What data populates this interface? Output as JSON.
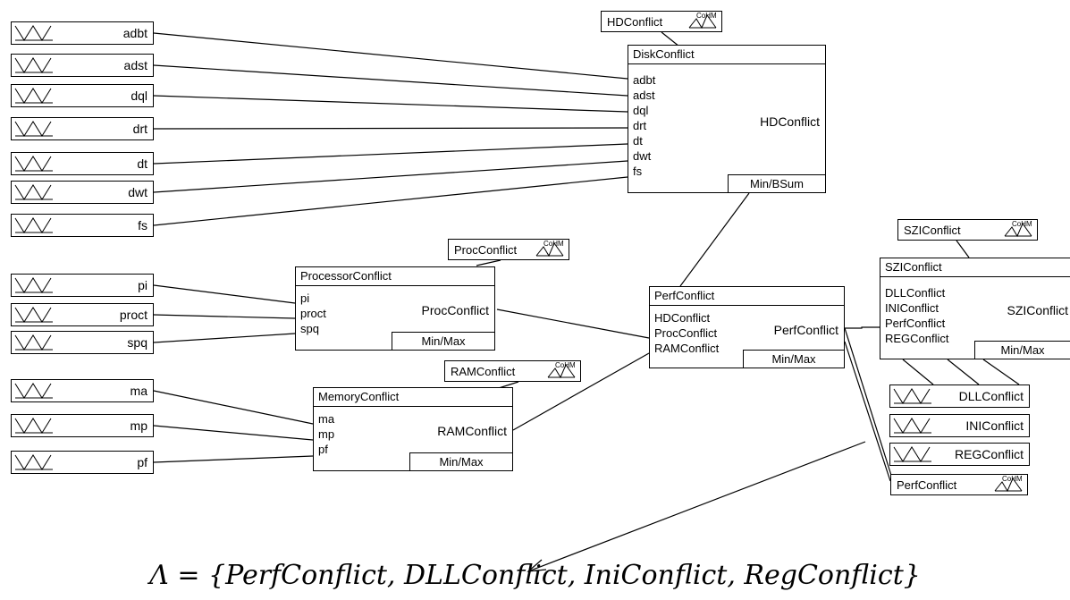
{
  "inputs": [
    {
      "id": "adbt",
      "label": "adbt"
    },
    {
      "id": "adst",
      "label": "adst"
    },
    {
      "id": "dql",
      "label": "dql"
    },
    {
      "id": "drt",
      "label": "drt"
    },
    {
      "id": "dt",
      "label": "dt"
    },
    {
      "id": "dwt",
      "label": "dwt"
    },
    {
      "id": "fs",
      "label": "fs"
    },
    {
      "id": "pi",
      "label": "pi"
    },
    {
      "id": "proct",
      "label": "proct"
    },
    {
      "id": "spq",
      "label": "spq"
    },
    {
      "id": "ma",
      "label": "ma"
    },
    {
      "id": "mp",
      "label": "mp"
    },
    {
      "id": "pf",
      "label": "pf"
    },
    {
      "id": "dll",
      "label": "DLLConflict"
    },
    {
      "id": "ini",
      "label": "INIConflict"
    },
    {
      "id": "reg",
      "label": "REGConflict"
    }
  ],
  "blocks": {
    "disk": {
      "title": "DiskConflict",
      "ports": [
        "adbt",
        "adst",
        "dql",
        "drt",
        "dt",
        "dwt",
        "fs"
      ],
      "output": "HDConflict",
      "method": "Min/BSum"
    },
    "processor": {
      "title": "ProcessorConflict",
      "ports": [
        "pi",
        "proct",
        "spq"
      ],
      "output": "ProcConflict",
      "method": "Min/Max"
    },
    "memory": {
      "title": "MemoryConflict",
      "ports": [
        "ma",
        "mp",
        "pf"
      ],
      "output": "RAMConflict",
      "method": "Min/Max"
    },
    "perf": {
      "title": "PerfConflict",
      "ports": [
        "HDConflict",
        "ProcConflict",
        "RAMConflict"
      ],
      "output": "PerfConflict",
      "method": "Min/Max"
    },
    "szi": {
      "title": "SZIConflict",
      "ports": [
        "DLLConflict",
        "INIConflict",
        "PerfConflict",
        "REGConflict"
      ],
      "output": "SZIConflict",
      "method": "Min/Max"
    }
  },
  "tags": {
    "hd": {
      "label": "HDConflict",
      "icon": "cohm-membership-icon",
      "icon_text": "CoHM"
    },
    "proc": {
      "label": "ProcConflict",
      "icon": "cohm-membership-icon",
      "icon_text": "CoHM"
    },
    "ram": {
      "label": "RAMConflict",
      "icon": "cohm-membership-icon",
      "icon_text": "CoHM"
    },
    "szi": {
      "label": "SZIConflict",
      "icon": "cohm-membership-icon",
      "icon_text": "CoHM"
    },
    "perf": {
      "label": "PerfConflict",
      "icon": "cohm-membership-icon",
      "icon_text": "CoHM"
    }
  },
  "formula": "Λ = {PerfConflict, DLLConflict, IniConflict, RegConflict}"
}
